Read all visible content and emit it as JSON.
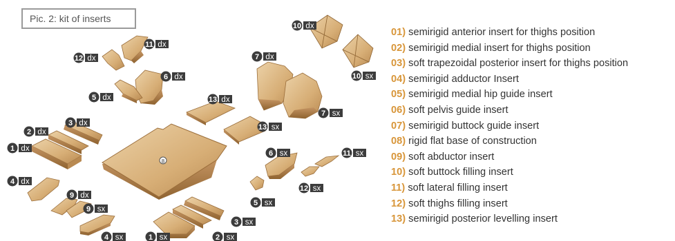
{
  "title": "Pic. 2: kit of inserts",
  "base_marker": "8",
  "legend": [
    {
      "num": "01)",
      "text": "semirigid anterior insert for thighs position"
    },
    {
      "num": "02)",
      "text": "semirigid medial insert for thighs position"
    },
    {
      "num": "03)",
      "text": "soft trapezoidal posterior insert for thighs position"
    },
    {
      "num": "04)",
      "text": "semirigid adductor Insert"
    },
    {
      "num": "05)",
      "text": "semirigid medial hip guide insert"
    },
    {
      "num": "06)",
      "text": "soft pelvis guide insert"
    },
    {
      "num": "07)",
      "text": "semirigid buttock guide insert"
    },
    {
      "num": "08)",
      "text": "rigid flat base of construction"
    },
    {
      "num": "09)",
      "text": "soft abductor insert"
    },
    {
      "num": "10)",
      "text": "soft buttock filling insert"
    },
    {
      "num": "11)",
      "text": "soft lateral filling insert"
    },
    {
      "num": "12)",
      "text": "soft thighs filling insert"
    },
    {
      "num": "13)",
      "text": "semirigid posterior levelling insert"
    }
  ],
  "labels": [
    {
      "num": "10",
      "side": "dx"
    },
    {
      "num": "11",
      "side": "dx"
    },
    {
      "num": "12",
      "side": "dx"
    },
    {
      "num": "7",
      "side": "dx"
    },
    {
      "num": "10",
      "side": "sx"
    },
    {
      "num": "6",
      "side": "dx"
    },
    {
      "num": "5",
      "side": "dx"
    },
    {
      "num": "7",
      "side": "sx"
    },
    {
      "num": "13",
      "side": "dx"
    },
    {
      "num": "3",
      "side": "dx"
    },
    {
      "num": "2",
      "side": "dx"
    },
    {
      "num": "13",
      "side": "sx"
    },
    {
      "num": "1",
      "side": "dx"
    },
    {
      "num": "6",
      "side": "sx"
    },
    {
      "num": "11",
      "side": "sx"
    },
    {
      "num": "4",
      "side": "dx"
    },
    {
      "num": "12",
      "side": "sx"
    },
    {
      "num": "9",
      "side": "dx"
    },
    {
      "num": "5",
      "side": "sx"
    },
    {
      "num": "9",
      "side": "sx"
    },
    {
      "num": "3",
      "side": "sx"
    },
    {
      "num": "2",
      "side": "sx"
    },
    {
      "num": "4",
      "side": "sx"
    },
    {
      "num": "1",
      "side": "sx"
    }
  ],
  "colors": {
    "piece": "#d6ae78",
    "piece_dark": "#a97a42",
    "label_bg": "#3c3c3c",
    "legend_num": "#d8963a"
  }
}
